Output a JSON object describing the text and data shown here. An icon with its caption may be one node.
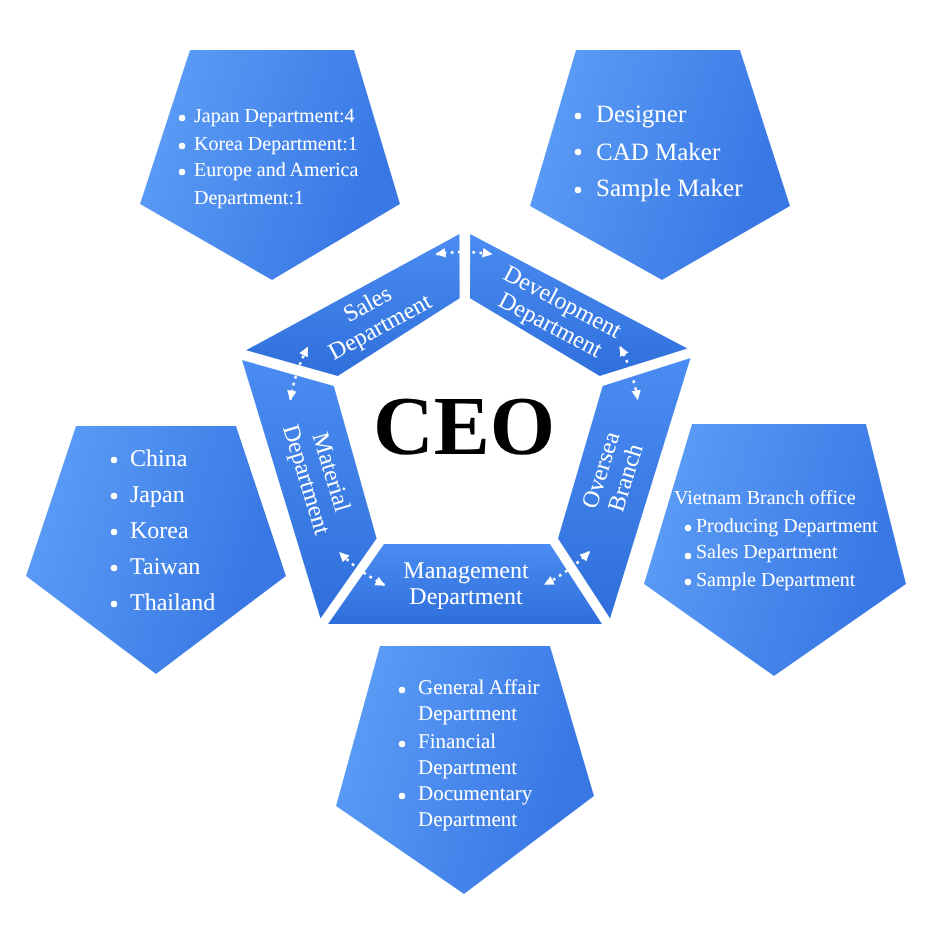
{
  "diagram": {
    "nodes": [
      {
        "text": [
          "Japan Department:4",
          "Korea Department:1",
          "Europe and America Department:1"
        ]
      },
      {
        "text": [
          "Designer",
          "CAD Maker",
          "Sample Maker"
        ]
      },
      {
        "text": [
          "Sales Department"
        ]
      },
      {
        "text": [
          "Development Department"
        ]
      },
      {
        "text": [
          "Material Department"
        ]
      },
      {
        "text": [
          "Oversea Branch"
        ]
      },
      {
        "text": [
          "China",
          "Japan",
          "Korea",
          "Taiwan",
          "Thailand"
        ]
      },
      {
        "text": [
          "Vietnam Branch office",
          "Producing Department",
          "Sales Department",
          "Sample Department"
        ]
      },
      {
        "text": [
          "Management Department"
        ]
      },
      {
        "text": [
          "General Affair Department",
          "Financial Department",
          "Documentary Department"
        ]
      }
    ],
    "edges": [
      {
        "from": 2,
        "to": 3,
        "arrow": "both",
        "style": "dashed"
      },
      {
        "from": 3,
        "to": 5,
        "arrow": "both",
        "style": "dashed"
      },
      {
        "from": 5,
        "to": 8,
        "arrow": "both",
        "style": "dashed"
      },
      {
        "from": 8,
        "to": 4,
        "arrow": "both",
        "style": "dashed"
      },
      {
        "from": 4,
        "to": 2,
        "arrow": "both",
        "style": "dashed"
      }
    ],
    "labels": [
      "CEO"
    ]
  }
}
